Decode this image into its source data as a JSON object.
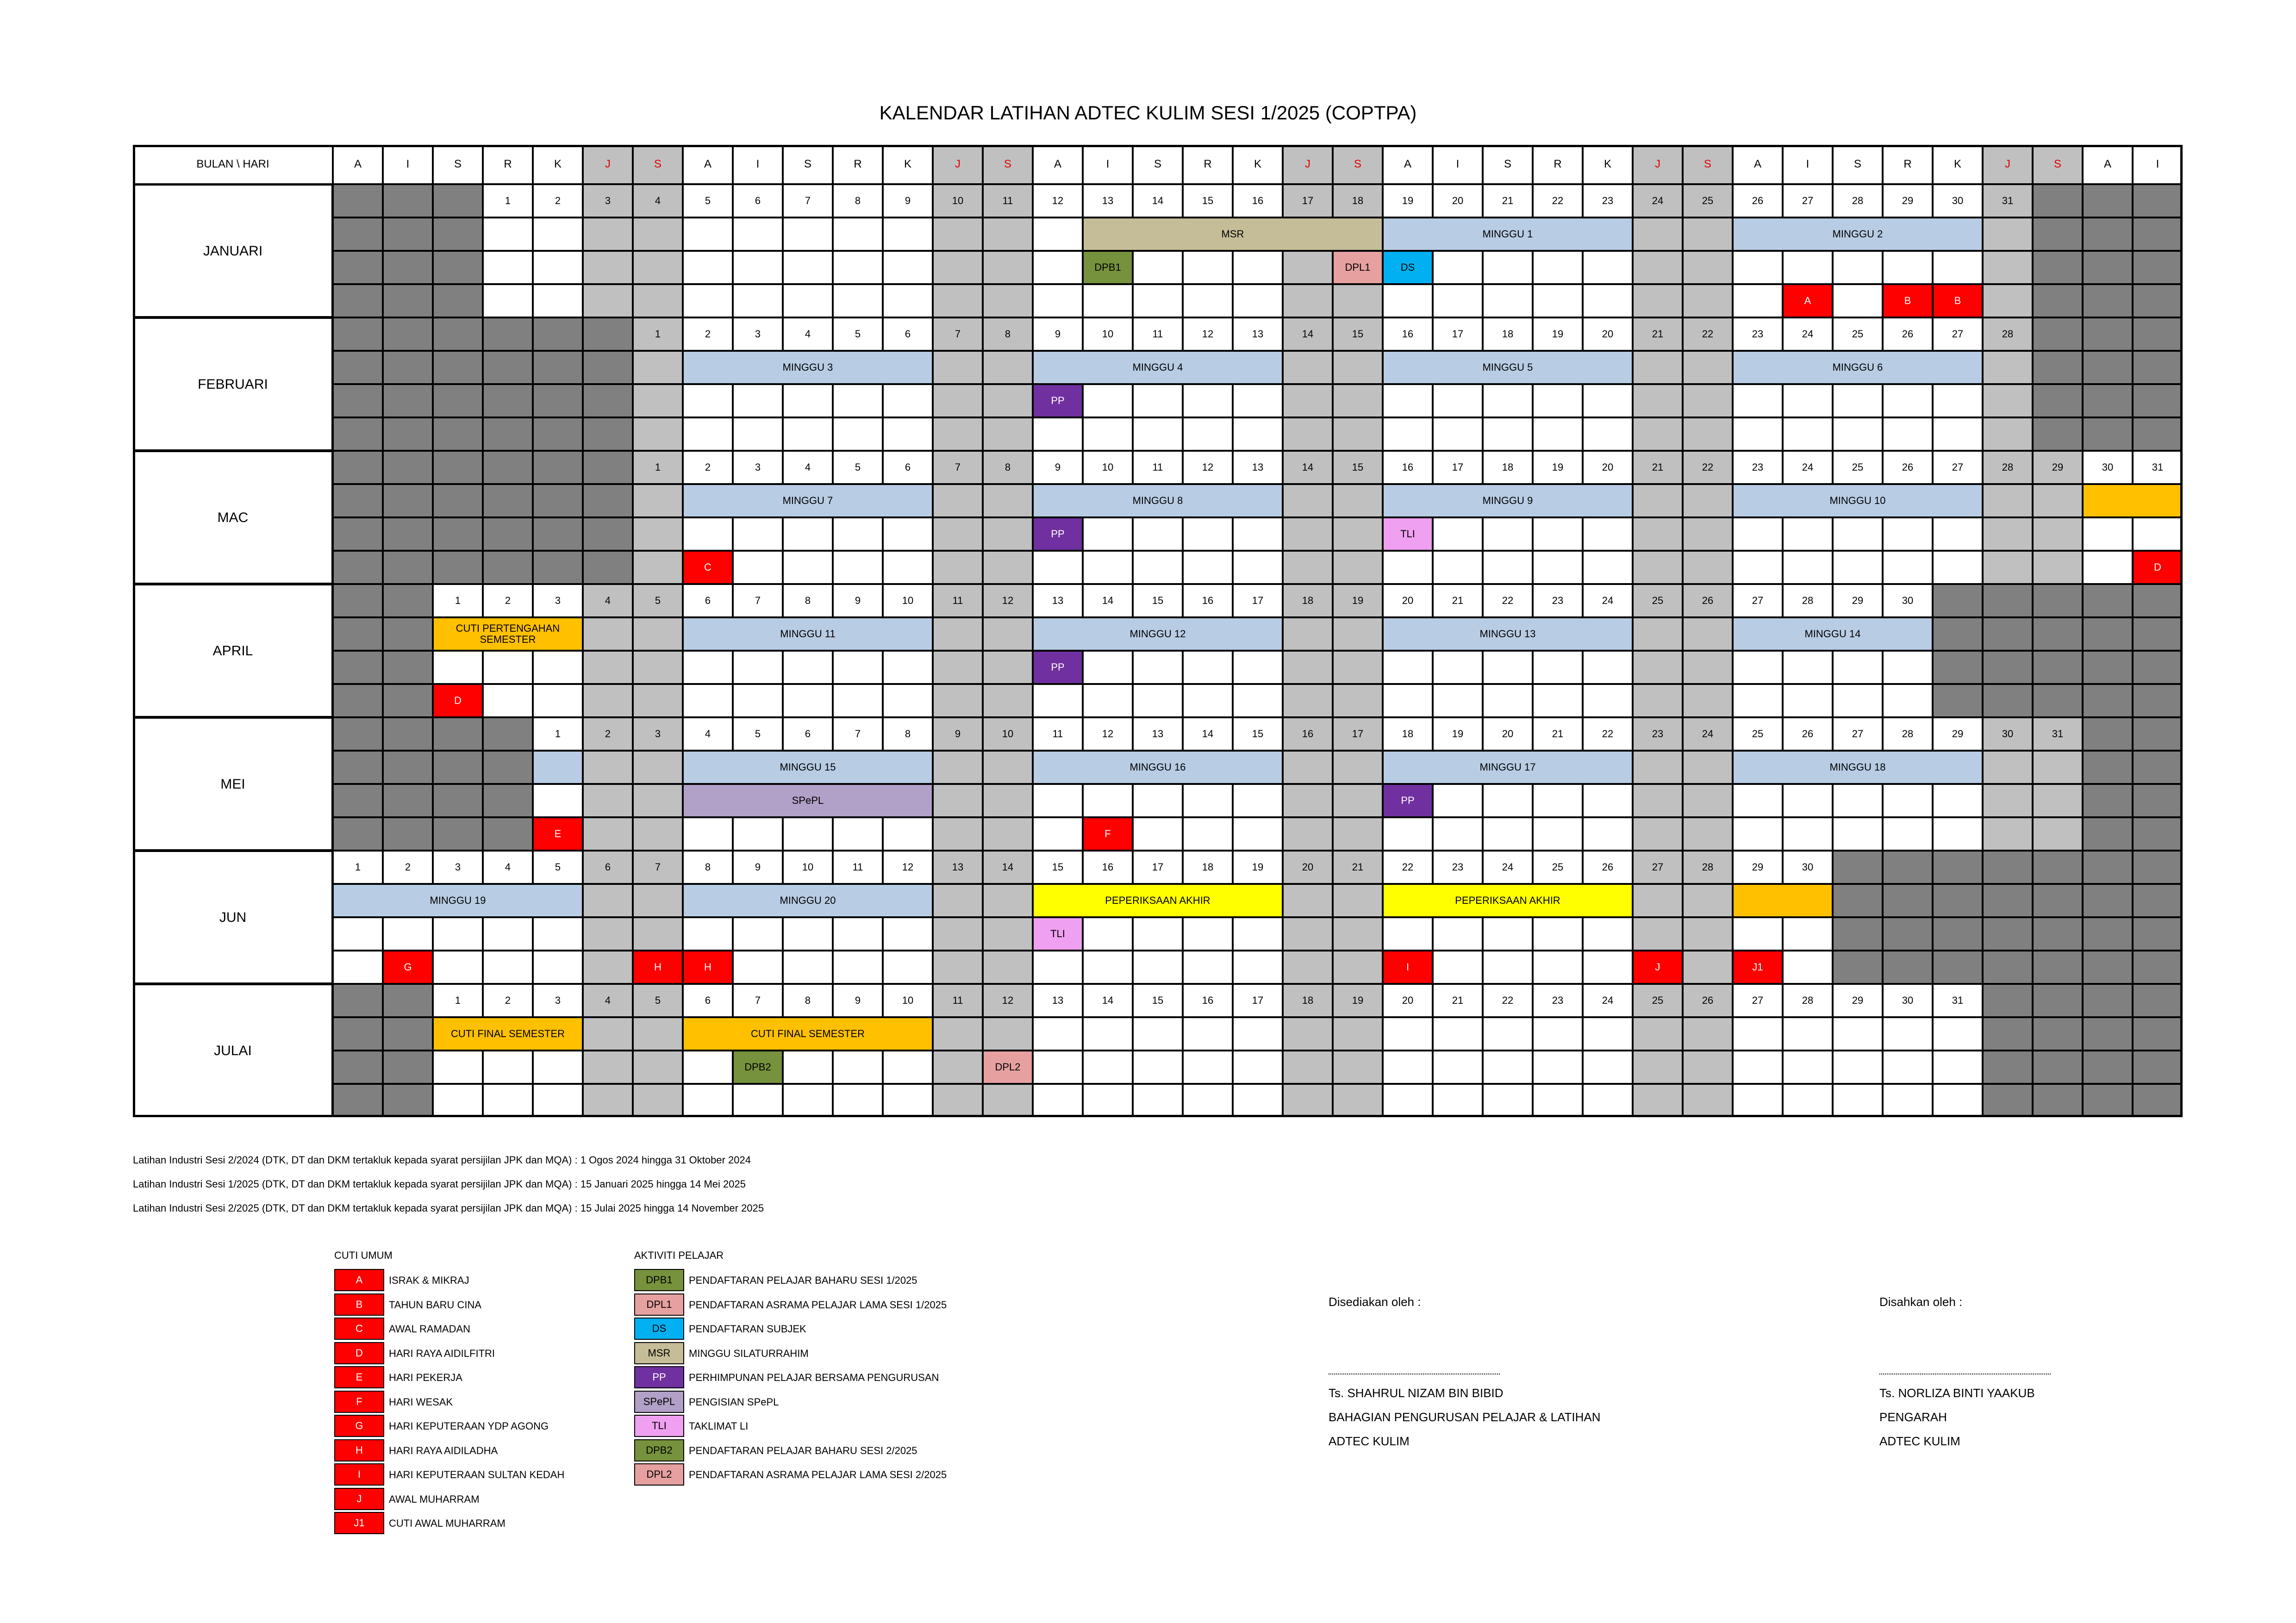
{
  "title": "KALENDAR LATIHAN ADTEC KULIM SESI 1/2025 (COPTPA)",
  "header_label": "BULAN \\ HARI",
  "day_letters": [
    "A",
    "I",
    "S",
    "R",
    "K",
    "J",
    "S",
    "A",
    "I",
    "S",
    "R",
    "K",
    "J",
    "S",
    "A",
    "I",
    "S",
    "R",
    "K",
    "J",
    "S",
    "A",
    "I",
    "S",
    "R",
    "K",
    "J",
    "S",
    "A",
    "I",
    "S",
    "R",
    "K",
    "J",
    "S",
    "A",
    "I"
  ],
  "months": [
    {
      "name": "JANUARI",
      "start": 3,
      "days": 31
    },
    {
      "name": "FEBRUARI",
      "start": 6,
      "days": 28
    },
    {
      "name": "MAC",
      "start": 6,
      "days": 31
    },
    {
      "name": "APRIL",
      "start": 2,
      "days": 30
    },
    {
      "name": "MEI",
      "start": 4,
      "days": 31
    },
    {
      "name": "JUN",
      "start": 0,
      "days": 30
    },
    {
      "name": "JULAI",
      "start": 2,
      "days": 31
    }
  ],
  "events": [
    {
      "m": 0,
      "r": 1,
      "c": 15,
      "span": 6,
      "text": "MSR",
      "color": "#c4bd97"
    },
    {
      "m": 0,
      "r": 1,
      "c": 21,
      "span": 5,
      "text": "MINGGU 1",
      "color": "#b8cce4"
    },
    {
      "m": 0,
      "r": 1,
      "c": 28,
      "span": 5,
      "text": "MINGGU 2",
      "color": "#b8cce4"
    },
    {
      "m": 0,
      "r": 2,
      "c": 15,
      "span": 1,
      "text": "DPB1",
      "color": "#76923c"
    },
    {
      "m": 0,
      "r": 2,
      "c": 20,
      "span": 1,
      "text": "DPL1",
      "color": "#e6a0a0"
    },
    {
      "m": 0,
      "r": 2,
      "c": 21,
      "span": 1,
      "text": "DS",
      "color": "#00b0f0"
    },
    {
      "m": 0,
      "r": 3,
      "c": 29,
      "span": 1,
      "text": "A",
      "color": "#ff0000",
      "fg": "#fff"
    },
    {
      "m": 0,
      "r": 3,
      "c": 31,
      "span": 1,
      "text": "B",
      "color": "#ff0000",
      "fg": "#fff"
    },
    {
      "m": 0,
      "r": 3,
      "c": 32,
      "span": 1,
      "text": "B",
      "color": "#ff0000",
      "fg": "#fff"
    },
    {
      "m": 1,
      "r": 1,
      "c": 7,
      "span": 5,
      "text": "MINGGU 3",
      "color": "#b8cce4"
    },
    {
      "m": 1,
      "r": 1,
      "c": 14,
      "span": 5,
      "text": "MINGGU 4",
      "color": "#b8cce4"
    },
    {
      "m": 1,
      "r": 1,
      "c": 21,
      "span": 5,
      "text": "MINGGU 5",
      "color": "#b8cce4"
    },
    {
      "m": 1,
      "r": 1,
      "c": 28,
      "span": 5,
      "text": "MINGGU 6",
      "color": "#b8cce4"
    },
    {
      "m": 1,
      "r": 2,
      "c": 14,
      "span": 1,
      "text": "PP",
      "color": "#7030a0",
      "fg": "#fff"
    },
    {
      "m": 2,
      "r": 1,
      "c": 7,
      "span": 5,
      "text": "MINGGU 7",
      "color": "#b8cce4"
    },
    {
      "m": 2,
      "r": 1,
      "c": 14,
      "span": 5,
      "text": "MINGGU 8",
      "color": "#b8cce4"
    },
    {
      "m": 2,
      "r": 1,
      "c": 21,
      "span": 5,
      "text": "MINGGU 9",
      "color": "#b8cce4"
    },
    {
      "m": 2,
      "r": 1,
      "c": 28,
      "span": 5,
      "text": "MINGGU 10",
      "color": "#b8cce4"
    },
    {
      "m": 2,
      "r": 1,
      "c": 35,
      "span": 2,
      "text": "",
      "color": "#ffc000"
    },
    {
      "m": 2,
      "r": 2,
      "c": 14,
      "span": 1,
      "text": "PP",
      "color": "#7030a0",
      "fg": "#fff"
    },
    {
      "m": 2,
      "r": 2,
      "c": 21,
      "span": 1,
      "text": "TLI",
      "color": "#f0a0f0"
    },
    {
      "m": 2,
      "r": 3,
      "c": 7,
      "span": 1,
      "text": "C",
      "color": "#ff0000",
      "fg": "#fff"
    },
    {
      "m": 2,
      "r": 3,
      "c": 36,
      "span": 1,
      "text": "D",
      "color": "#ff0000",
      "fg": "#fff"
    },
    {
      "m": 3,
      "r": 1,
      "c": 2,
      "span": 3,
      "text": "CUTI PERTENGAHAN SEMESTER",
      "color": "#ffc000"
    },
    {
      "m": 3,
      "r": 1,
      "c": 7,
      "span": 5,
      "text": "MINGGU 11",
      "color": "#b8cce4"
    },
    {
      "m": 3,
      "r": 1,
      "c": 14,
      "span": 5,
      "text": "MINGGU 12",
      "color": "#b8cce4"
    },
    {
      "m": 3,
      "r": 1,
      "c": 21,
      "span": 5,
      "text": "MINGGU 13",
      "color": "#b8cce4"
    },
    {
      "m": 3,
      "r": 1,
      "c": 28,
      "span": 4,
      "text": "MINGGU 14",
      "color": "#b8cce4"
    },
    {
      "m": 3,
      "r": 2,
      "c": 14,
      "span": 1,
      "text": "PP",
      "color": "#7030a0",
      "fg": "#fff"
    },
    {
      "m": 3,
      "r": 3,
      "c": 2,
      "span": 1,
      "text": "D",
      "color": "#ff0000",
      "fg": "#fff"
    },
    {
      "m": 4,
      "r": 1,
      "c": 4,
      "span": 1,
      "text": "",
      "color": "#b8cce4"
    },
    {
      "m": 4,
      "r": 1,
      "c": 7,
      "span": 5,
      "text": "MINGGU 15",
      "color": "#b8cce4"
    },
    {
      "m": 4,
      "r": 1,
      "c": 14,
      "span": 5,
      "text": "MINGGU 16",
      "color": "#b8cce4"
    },
    {
      "m": 4,
      "r": 1,
      "c": 21,
      "span": 5,
      "text": "MINGGU 17",
      "color": "#b8cce4"
    },
    {
      "m": 4,
      "r": 1,
      "c": 28,
      "span": 5,
      "text": "MINGGU 18",
      "color": "#b8cce4"
    },
    {
      "m": 4,
      "r": 2,
      "c": 7,
      "span": 5,
      "text": "SPePL",
      "color": "#b1a0c7"
    },
    {
      "m": 4,
      "r": 2,
      "c": 21,
      "span": 1,
      "text": "PP",
      "color": "#7030a0",
      "fg": "#fff"
    },
    {
      "m": 4,
      "r": 3,
      "c": 4,
      "span": 1,
      "text": "E",
      "color": "#ff0000",
      "fg": "#fff"
    },
    {
      "m": 4,
      "r": 3,
      "c": 15,
      "span": 1,
      "text": "F",
      "color": "#ff0000",
      "fg": "#fff"
    },
    {
      "m": 5,
      "r": 1,
      "c": 0,
      "span": 5,
      "text": "MINGGU 19",
      "color": "#b8cce4"
    },
    {
      "m": 5,
      "r": 1,
      "c": 7,
      "span": 5,
      "text": "MINGGU 20",
      "color": "#b8cce4"
    },
    {
      "m": 5,
      "r": 1,
      "c": 14,
      "span": 5,
      "text": "PEPERIKSAAN AKHIR",
      "color": "#ffff00"
    },
    {
      "m": 5,
      "r": 1,
      "c": 21,
      "span": 5,
      "text": "PEPERIKSAAN AKHIR",
      "color": "#ffff00"
    },
    {
      "m": 5,
      "r": 1,
      "c": 28,
      "span": 2,
      "text": "",
      "color": "#ffc000"
    },
    {
      "m": 5,
      "r": 2,
      "c": 14,
      "span": 1,
      "text": "TLI",
      "color": "#f0a0f0"
    },
    {
      "m": 5,
      "r": 3,
      "c": 1,
      "span": 1,
      "text": "G",
      "color": "#ff0000",
      "fg": "#fff"
    },
    {
      "m": 5,
      "r": 3,
      "c": 6,
      "span": 1,
      "text": "H",
      "color": "#ff0000",
      "fg": "#fff"
    },
    {
      "m": 5,
      "r": 3,
      "c": 7,
      "span": 1,
      "text": "H",
      "color": "#ff0000",
      "fg": "#fff"
    },
    {
      "m": 5,
      "r": 3,
      "c": 21,
      "span": 1,
      "text": "I",
      "color": "#ff0000",
      "fg": "#fff"
    },
    {
      "m": 5,
      "r": 3,
      "c": 26,
      "span": 1,
      "text": "J",
      "color": "#ff0000",
      "fg": "#fff"
    },
    {
      "m": 5,
      "r": 3,
      "c": 28,
      "span": 1,
      "text": "J1",
      "color": "#ff0000",
      "fg": "#fff"
    },
    {
      "m": 6,
      "r": 1,
      "c": 2,
      "span": 3,
      "text": "CUTI FINAL SEMESTER",
      "color": "#ffc000"
    },
    {
      "m": 6,
      "r": 1,
      "c": 7,
      "span": 5,
      "text": "CUTI FINAL SEMESTER",
      "color": "#ffc000"
    },
    {
      "m": 6,
      "r": 2,
      "c": 8,
      "span": 1,
      "text": "DPB2",
      "color": "#76923c"
    },
    {
      "m": 6,
      "r": 2,
      "c": 13,
      "span": 1,
      "text": "DPL2",
      "color": "#e6a0a0"
    }
  ],
  "notes": [
    "Latihan Industri Sesi 2/2024 (DTK, DT dan DKM tertakluk kepada syarat persijilan JPK dan MQA) : 1 Ogos 2024 hingga 31 Oktober 2024",
    "Latihan Industri Sesi 1/2025 (DTK, DT dan DKM tertakluk kepada syarat persijilan JPK dan MQA) : 15 Januari 2025 hingga 14 Mei 2025",
    "Latihan Industri Sesi 2/2025 (DTK, DT dan DKM tertakluk kepada syarat persijilan JPK dan MQA) : 15 Julai 2025 hingga 14 November 2025"
  ],
  "legend_cuti": {
    "title": "CUTI UMUM",
    "items": [
      {
        "code": "A",
        "label": "ISRAK & MIKRAJ"
      },
      {
        "code": "B",
        "label": "TAHUN BARU CINA"
      },
      {
        "code": "C",
        "label": "AWAL RAMADAN"
      },
      {
        "code": "D",
        "label": "HARI RAYA AIDILFITRI"
      },
      {
        "code": "E",
        "label": "HARI PEKERJA"
      },
      {
        "code": "F",
        "label": "HARI WESAK"
      },
      {
        "code": "G",
        "label": "HARI KEPUTERAAN YDP AGONG"
      },
      {
        "code": "H",
        "label": "HARI RAYA AIDILADHA"
      },
      {
        "code": "I",
        "label": "HARI KEPUTERAAN SULTAN KEDAH"
      },
      {
        "code": "J",
        "label": "AWAL MUHARRAM"
      },
      {
        "code": "J1",
        "label": "CUTI AWAL MUHARRAM"
      }
    ]
  },
  "legend_aktiviti": {
    "title": "AKTIVITI PELAJAR",
    "items": [
      {
        "code": "DPB1",
        "label": "PENDAFTARAN PELAJAR BAHARU SESI 1/2025",
        "color": "#76923c",
        "fg": "#000"
      },
      {
        "code": "DPL1",
        "label": "PENDAFTARAN ASRAMA PELAJAR LAMA SESI 1/2025",
        "color": "#e6a0a0",
        "fg": "#000"
      },
      {
        "code": "DS",
        "label": "PENDAFTARAN SUBJEK",
        "color": "#00b0f0",
        "fg": "#000"
      },
      {
        "code": "MSR",
        "label": "MINGGU SILATURRAHIM",
        "color": "#c4bd97",
        "fg": "#000"
      },
      {
        "code": "PP",
        "label": "PERHIMPUNAN PELAJAR BERSAMA PENGURUSAN",
        "color": "#7030a0",
        "fg": "#fff"
      },
      {
        "code": "SPePL",
        "label": "PENGISIAN SPePL",
        "color": "#b1a0c7",
        "fg": "#000"
      },
      {
        "code": "TLI",
        "label": "TAKLIMAT LI",
        "color": "#f0a0f0",
        "fg": "#000"
      },
      {
        "code": "DPB2",
        "label": "PENDAFTARAN PELAJAR BAHARU SESI 2/2025",
        "color": "#76923c",
        "fg": "#000"
      },
      {
        "code": "DPL2",
        "label": "PENDAFTARAN ASRAMA PELAJAR LAMA SESI 2/2025",
        "color": "#e6a0a0",
        "fg": "#000"
      }
    ]
  },
  "signatures": {
    "left": {
      "heading": "Disediakan oleh :",
      "name": "Ts. SHAHRUL NIZAM BIN BIBID",
      "line2": "BAHAGIAN PENGURUSAN PELAJAR & LATIHAN",
      "line3": "ADTEC KULIM"
    },
    "right": {
      "heading": "Disahkan oleh :",
      "name": "Ts. NORLIZA BINTI YAAKUB",
      "line2": "PENGARAH",
      "line3": "ADTEC KULIM"
    }
  },
  "colors": {
    "weekend": "#c0c0c0",
    "empty_day": "#808080",
    "holiday": "#ff0000",
    "weekend_letter": "#e00000"
  }
}
